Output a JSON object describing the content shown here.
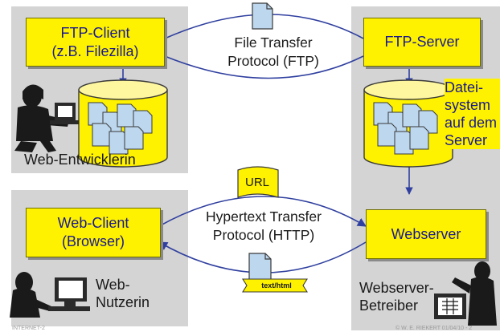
{
  "top_left": {
    "box_line1": "FTP-Client",
    "box_line2": "(z.B. Filezilla)",
    "person_label": "Web-Entwicklerin"
  },
  "top_right": {
    "box_label": "FTP-Server",
    "fs_line1": "Datei-",
    "fs_line2": "system",
    "fs_line3": "auf dem",
    "fs_line4": "Server"
  },
  "bottom_left": {
    "box_line1": "Web-Client",
    "box_line2": "(Browser)",
    "person_line1": "Web-",
    "person_line2": "Nutzerin"
  },
  "bottom_right": {
    "box_label": "Webserver",
    "person_line1": "Webserver-",
    "person_line2": "Betreiber"
  },
  "ftp_protocol": {
    "line1": "File Transfer",
    "line2": "Protocol (FTP)"
  },
  "http_protocol": {
    "url_tag": "URL",
    "line1": "Hypertext Transfer",
    "line2": "Protocol (HTTP)",
    "mime_tag": "text/html"
  },
  "footer": {
    "left": "INTERNET-2",
    "right": "© W. E. RIEKERT 01/04/10 - 2"
  },
  "colors": {
    "panel": "#d4d4d4",
    "box_fill": "#fff200",
    "box_text": "#1a1a8c",
    "arrow": "#2f3f9f",
    "document": "#bcd7ee"
  }
}
